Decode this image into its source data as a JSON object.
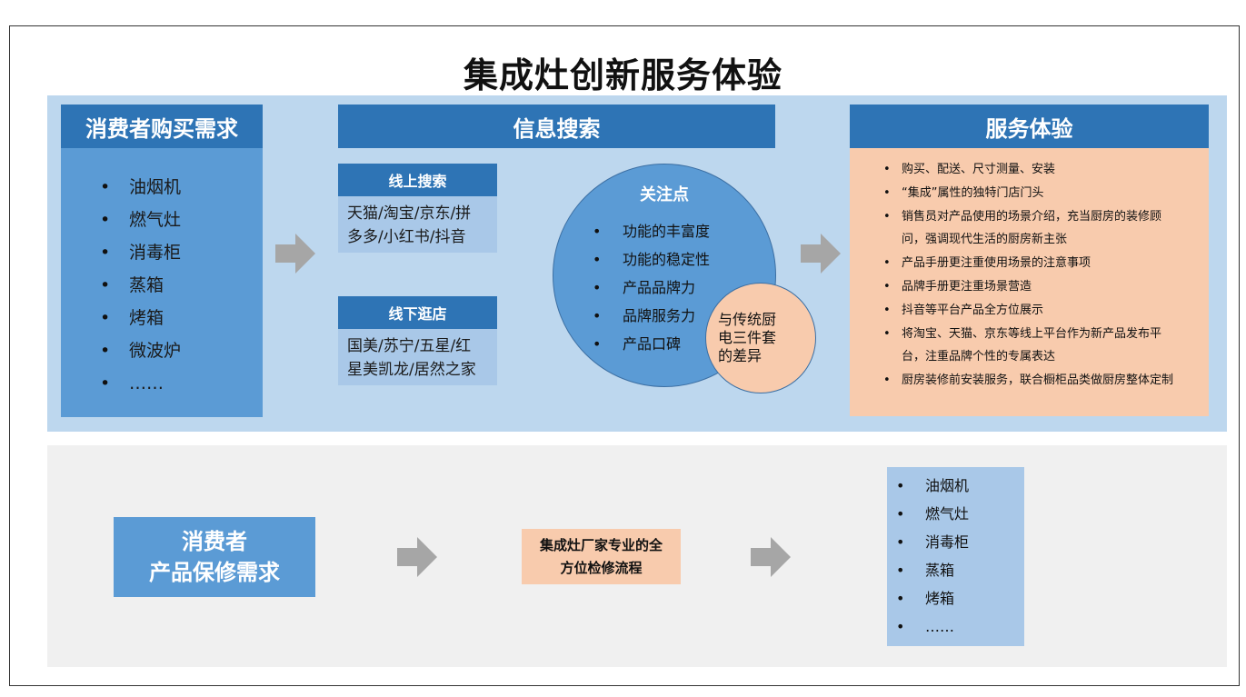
{
  "title": "集成灶创新服务体验",
  "consumer": {
    "header": "消费者购买需求",
    "items": [
      "油烟机",
      "燃气灶",
      "消毒柜",
      "蒸箱",
      "烤箱",
      "微波炉",
      "……"
    ]
  },
  "search": {
    "header": "信息搜索",
    "online": {
      "header": "线上搜索",
      "lines": [
        "天猫/淘宝/京东/拼",
        "多多/小红书/抖音"
      ]
    },
    "offline": {
      "header": "线下逛店",
      "lines": [
        "国美/苏宁/五星/红",
        "星美凯龙/居然之家"
      ]
    },
    "focus": {
      "title": "关注点",
      "items": [
        "功能的丰富度",
        "功能的稳定性",
        "产品品牌力",
        "品牌服务力",
        "产品口碑"
      ]
    },
    "difference": [
      "与传统厨",
      "电三件套",
      "的差异"
    ]
  },
  "service": {
    "header": "服务体验",
    "items": [
      "购买、配送、尺寸测量、安装",
      "“集成”属性的独特门店门头",
      "销售员对产品使用的场景介绍，充当厨房的装修顾问，强调现代生活的厨房新主张",
      "产品手册更注重使用场景的注意事项",
      "品牌手册更注重场景营造",
      "抖音等平台产品全方位展示",
      "将淘宝、天猫、京东等线上平台作为新产品发布平台，注重品牌个性的专属表达",
      "厨房装修前安装服务，联合橱柜品类做厨房整体定制"
    ]
  },
  "repair": {
    "lines": [
      "消费者",
      "产品保修需求"
    ],
    "process_lines": [
      "集成灶厂家专业的全",
      "方位检修流程"
    ],
    "items": [
      "油烟机",
      "燃气灶",
      "消毒柜",
      "蒸箱",
      "烤箱",
      "……"
    ]
  },
  "colors": {
    "header_blue": "#2e74b5",
    "box_blue": "#5b9bd5",
    "panel_blue": "#bdd7ee",
    "orange": "#f8cbad",
    "arrow_gray": "#a6a6a6",
    "panel_gray": "#f0f0f0"
  },
  "icons": [
    "right-arrow-icon",
    "bullet-icon"
  ]
}
